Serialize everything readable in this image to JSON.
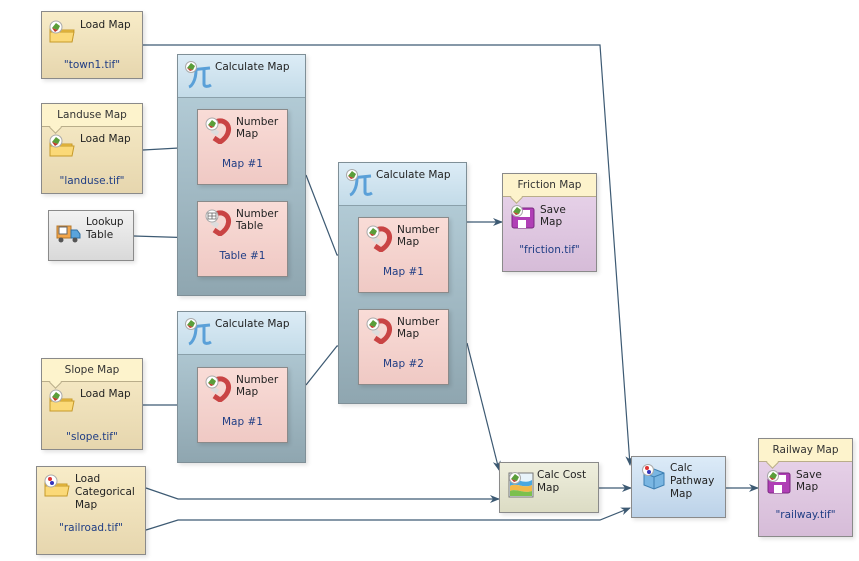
{
  "diagram": {
    "nodes": {
      "load_town": {
        "type": "Load Map",
        "label": "Load Map",
        "value": "\"town1.tif\""
      },
      "load_landuse": {
        "tag": "Landuse Map",
        "label": "Load Map",
        "value": "\"landuse.tif\""
      },
      "lookup": {
        "label_line1": "Lookup",
        "label_line2": "Table"
      },
      "calc1": {
        "title": "Calculate Map",
        "inner": [
          {
            "label_line1": "Number",
            "label_line2": "Map",
            "value": "Map #1"
          },
          {
            "label_line1": "Number",
            "label_line2": "Table",
            "value": "Table #1"
          }
        ]
      },
      "calc2": {
        "title": "Calculate Map",
        "inner": [
          {
            "label_line1": "Number",
            "label_line2": "Map",
            "value": "Map #1"
          },
          {
            "label_line1": "Number",
            "label_line2": "Map",
            "value": "Map #2"
          }
        ]
      },
      "calc3": {
        "title": "Calculate Map",
        "inner": [
          {
            "label_line1": "Number",
            "label_line2": "Map",
            "value": "Map #1"
          }
        ]
      },
      "save_friction": {
        "tag": "Friction Map",
        "label_line1": "Save",
        "label_line2": "Map",
        "value": "\"friction.tif\""
      },
      "load_slope": {
        "tag": "Slope Map",
        "label": "Load Map",
        "value": "\"slope.tif\""
      },
      "load_cat": {
        "label_line1": "Load",
        "label_line2": "Categorical",
        "label_line3": "Map",
        "value": "\"railroad.tif\""
      },
      "calc_cost": {
        "label_line1": "Calc Cost",
        "label_line2": "Map"
      },
      "calc_path": {
        "label_line1": "Calc",
        "label_line2": "Pathway",
        "label_line3": "Map"
      },
      "save_railway": {
        "tag": "Railway Map",
        "label_line1": "Save",
        "label_line2": "Map",
        "value": "\"railway.tif\""
      }
    },
    "edges": [
      {
        "from": "load_town",
        "to": "calc_path"
      },
      {
        "from": "load_landuse",
        "to": "calc1.map1"
      },
      {
        "from": "lookup",
        "to": "calc1.table1"
      },
      {
        "from": "calc1",
        "to": "calc2.map1"
      },
      {
        "from": "calc3",
        "to": "calc2.map2"
      },
      {
        "from": "load_slope",
        "to": "calc3.map1"
      },
      {
        "from": "calc2",
        "to": "save_friction"
      },
      {
        "from": "calc2",
        "to": "calc_cost"
      },
      {
        "from": "load_cat",
        "to": "calc_cost"
      },
      {
        "from": "load_cat",
        "to": "calc_path"
      },
      {
        "from": "calc_cost",
        "to": "calc_path"
      },
      {
        "from": "calc_path",
        "to": "save_railway"
      }
    ],
    "colors": {
      "edge": "#3d5a73",
      "value_text": "#1f3d84"
    }
  }
}
